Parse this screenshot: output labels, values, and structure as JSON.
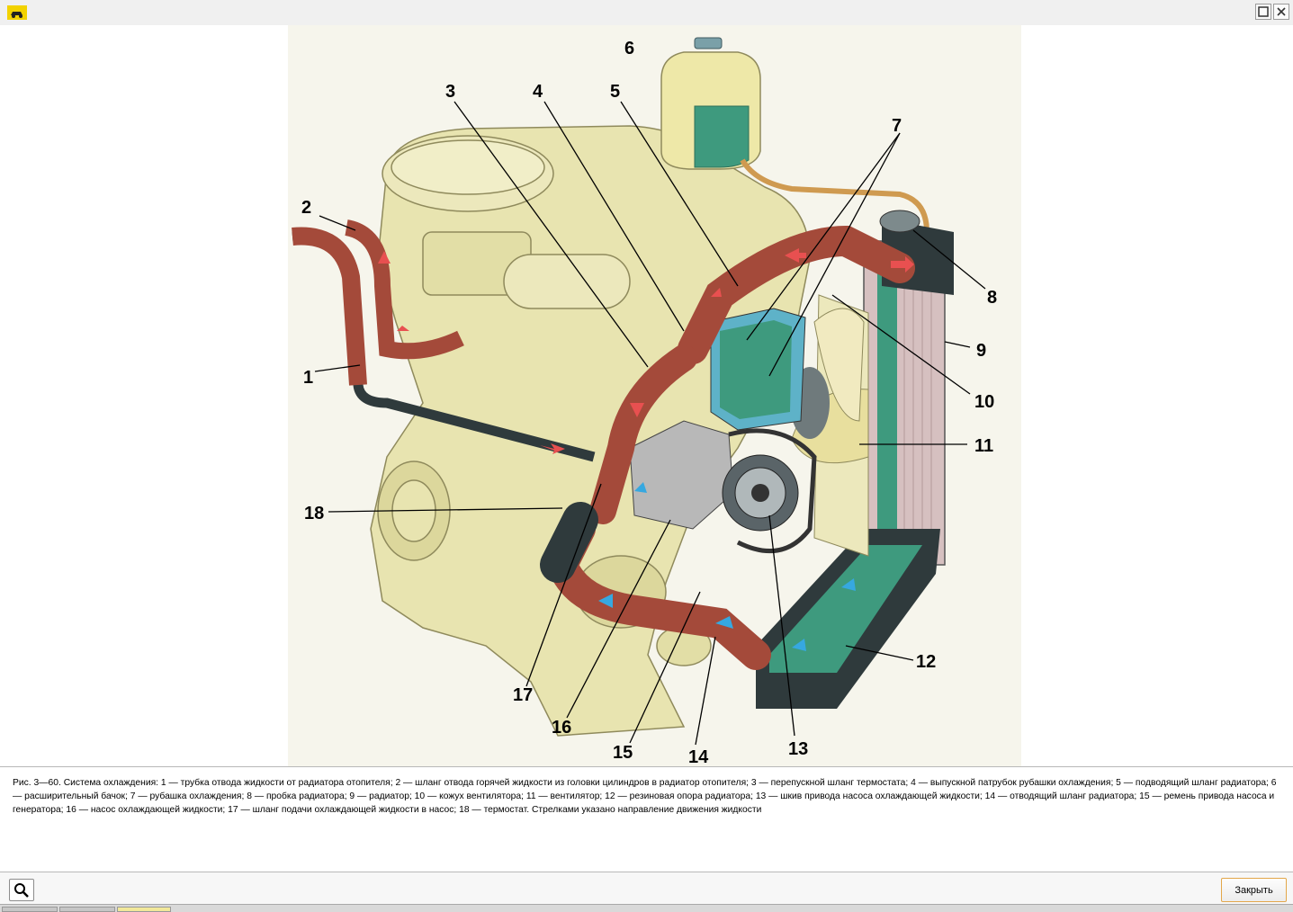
{
  "figure": {
    "labels": [
      "1",
      "2",
      "3",
      "4",
      "5",
      "6",
      "7",
      "8",
      "9",
      "10",
      "11",
      "12",
      "13",
      "14",
      "15",
      "16",
      "17",
      "18"
    ],
    "caption": "Рис. 3—60. Система охлаждения: 1 — трубка отвода жидкости от радиатора отопителя; 2 — шланг отвода горячей жидкости из головки цилиндров в радиатор отопителя; 3 — перепускной шланг термостата; 4 — выпускной патрубок рубашки охлаждения; 5 — подводящий шланг радиатора; 6 — расширительный бачок; 7 — рубашка охлаждения; 8 — пробка радиатора; 9 — радиатор; 10 — кожух вентилятора; 11 — вентилятор; 12 — резиновая опора радиатора; 13 — шкив привода насоса охлаждающей жидкости; 14 — отводящий шланг радиатора; 15 — ремень привода насоса и генератора; 16 — насос охлаждающей жидкости; 17 — шланг подачи охлаждающей жидкости в насос; 18 — термостат. Стрелками указано направление движения жидкости"
  },
  "toolbar": {
    "close_label": "Закрыть"
  },
  "icons": {
    "app": "car-icon",
    "maximize": "maximize-icon",
    "close": "close-icon",
    "zoom": "magnifier-icon"
  },
  "colors": {
    "engine": "#e8e4b0",
    "hose": "#a44a3a",
    "radiator": "#4a9a7a",
    "arrow_hot": "#e85050",
    "arrow_cold": "#36a8e0"
  }
}
